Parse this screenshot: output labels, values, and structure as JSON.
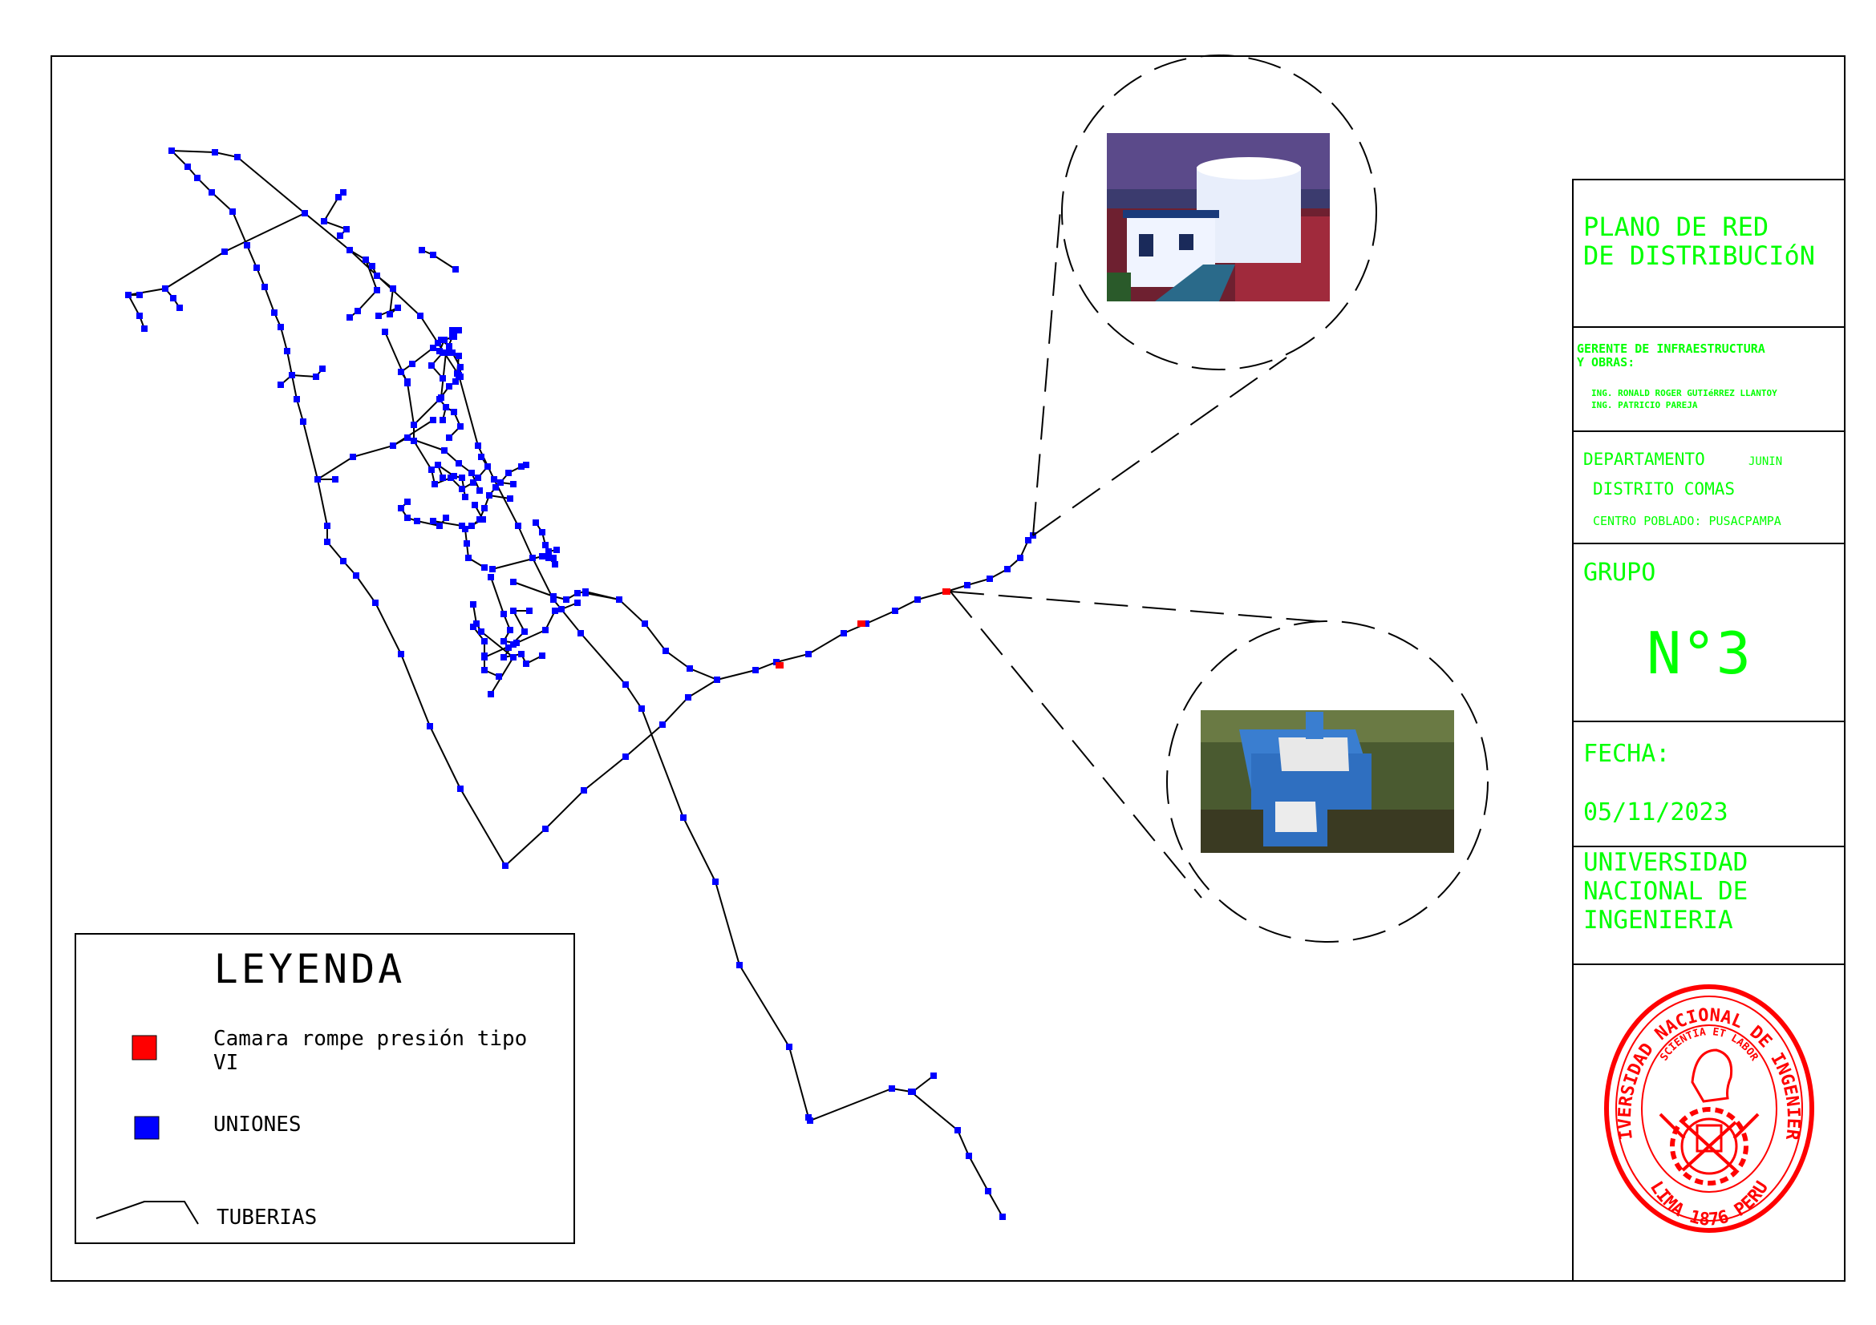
{
  "title_block": {
    "plan_title_line1": "PLANO DE RED",
    "plan_title_line2": "DE DISTRIBUCIóN",
    "manager_line1": "GERENTE DE INFRAESTRUCTURA",
    "manager_line2": " Y OBRAS:",
    "engineer1": "ING. RONALD ROGER GUTIéRREZ LLANTOY",
    "engineer2": "ING. PATRICIO PAREJA",
    "department_label": "DEPARTAMENTO",
    "department_value": "JUNIN",
    "district": "DISTRITO COMAS",
    "town": "CENTRO POBLADO: PUSACPAMPA",
    "group_label": "GRUPO",
    "group_number": "N°3",
    "date_label": "FECHA:",
    "date_value": "05/11/2023",
    "university_line1": "UNIVERSIDAD",
    "university_line2": "NACIONAL DE",
    "university_line3": "INGENIERIA",
    "seal_text_top": "UNIVERSIDAD NACIONAL DE INGENIERIA",
    "seal_motto": "SCIENTIA ET LABOR",
    "seal_bottom": "LIMA 1876 PERU"
  },
  "legend": {
    "title": "LEYENDA",
    "items": [
      {
        "label_line1": "Camara rompe presión tipo",
        "label_line2": "VI",
        "color": "#ff0000"
      },
      {
        "label_line1": "UNIONES",
        "label_line2": "",
        "color": "#0000ff"
      },
      {
        "label_line1": "TUBERIAS",
        "label_line2": "",
        "color": "#000000"
      }
    ]
  },
  "colors": {
    "cad_text": "#00ff00",
    "union": "#0000ff",
    "pressure_chamber": "#ff0000",
    "pipe": "#000000",
    "seal": "#ff0000"
  },
  "icons": {
    "reservoir_photo": "reservoir-photo-icon",
    "chamber_photo": "chamber-photo-icon",
    "seal": "uni-seal-icon"
  }
}
